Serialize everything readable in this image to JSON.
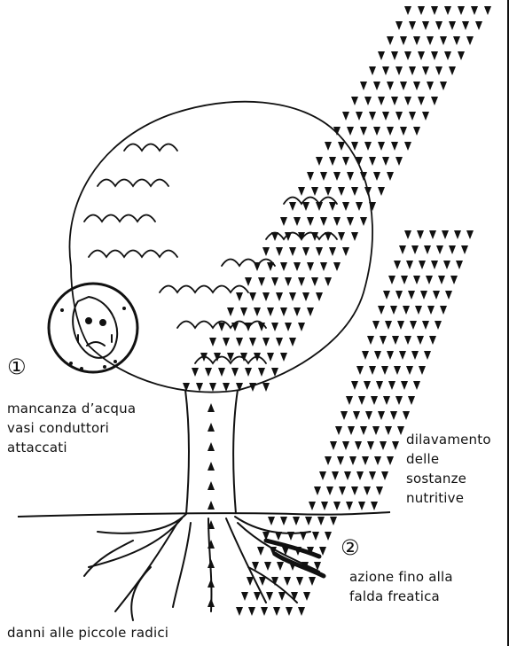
{
  "labels": {
    "marker_1": "①",
    "label_1": [
      "mancanza d’acqua",
      "vasi conduttori",
      "attaccati"
    ],
    "right_label": [
      "dilavamento",
      "delle",
      "sostanze",
      "nutritive"
    ],
    "marker_2": "②",
    "label_2": [
      "azione fino alla",
      "falda freatica"
    ],
    "bottom_label": "danni alle piccole radici"
  },
  "colors": {
    "ink": "#111111",
    "rain": "#111111",
    "paper": "#ffffff"
  }
}
